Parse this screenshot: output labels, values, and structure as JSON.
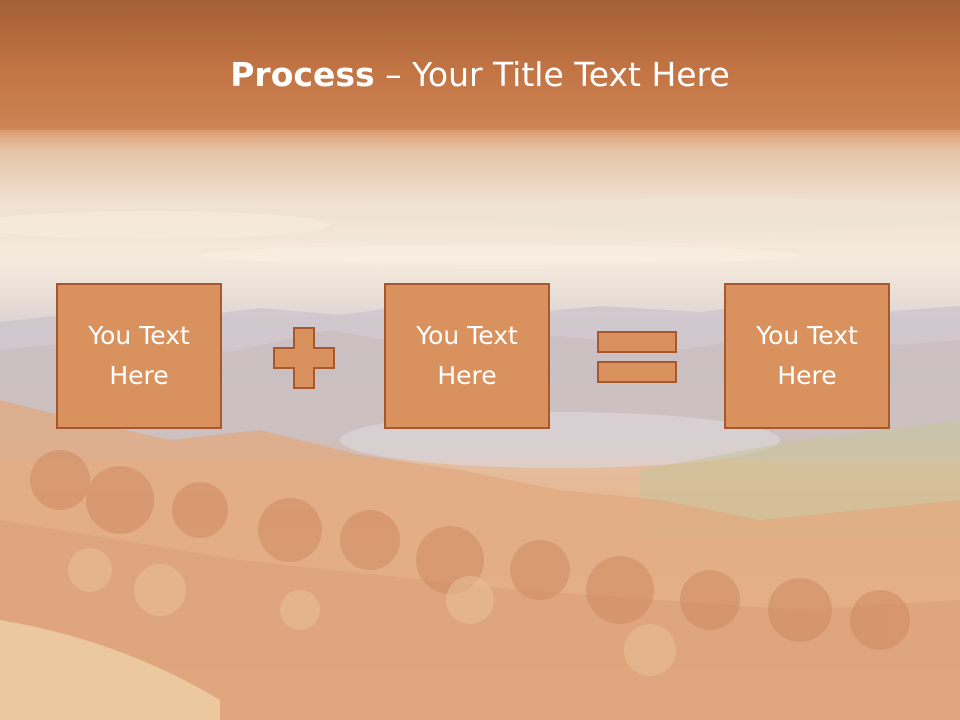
{
  "title": {
    "bold": "Process",
    "rest": "– Your Title Text Here"
  },
  "boxes": [
    {
      "line1": "You Text",
      "line2": "Here"
    },
    {
      "line1": "You Text",
      "line2": "Here"
    },
    {
      "line1": "You Text",
      "line2": "Here"
    }
  ],
  "colors": {
    "box_fill": "#d9915d",
    "box_border": "#a8582f",
    "title_text": "#ffffff",
    "header_band": "#c87a48"
  },
  "icons": {
    "operator_1": "plus-icon",
    "operator_2": "equals-icon"
  }
}
